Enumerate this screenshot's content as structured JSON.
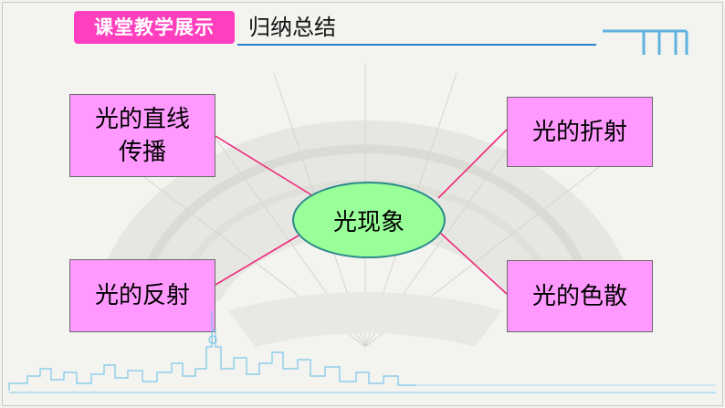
{
  "header": {
    "section_label": "课堂教学展示",
    "title": "归纳总结"
  },
  "mindmap": {
    "center": "光现象",
    "branches": {
      "top_left": "光的直线传播",
      "bottom_left": "光的反射",
      "top_right": "光的折射",
      "bottom_right": "光的色散"
    }
  },
  "colors": {
    "badge": "#ff3fbe",
    "branch_box": "#ff99ff",
    "center_node": "#99ff99",
    "connector": "#ee2a7b",
    "header_line": "#2e7fc8"
  }
}
